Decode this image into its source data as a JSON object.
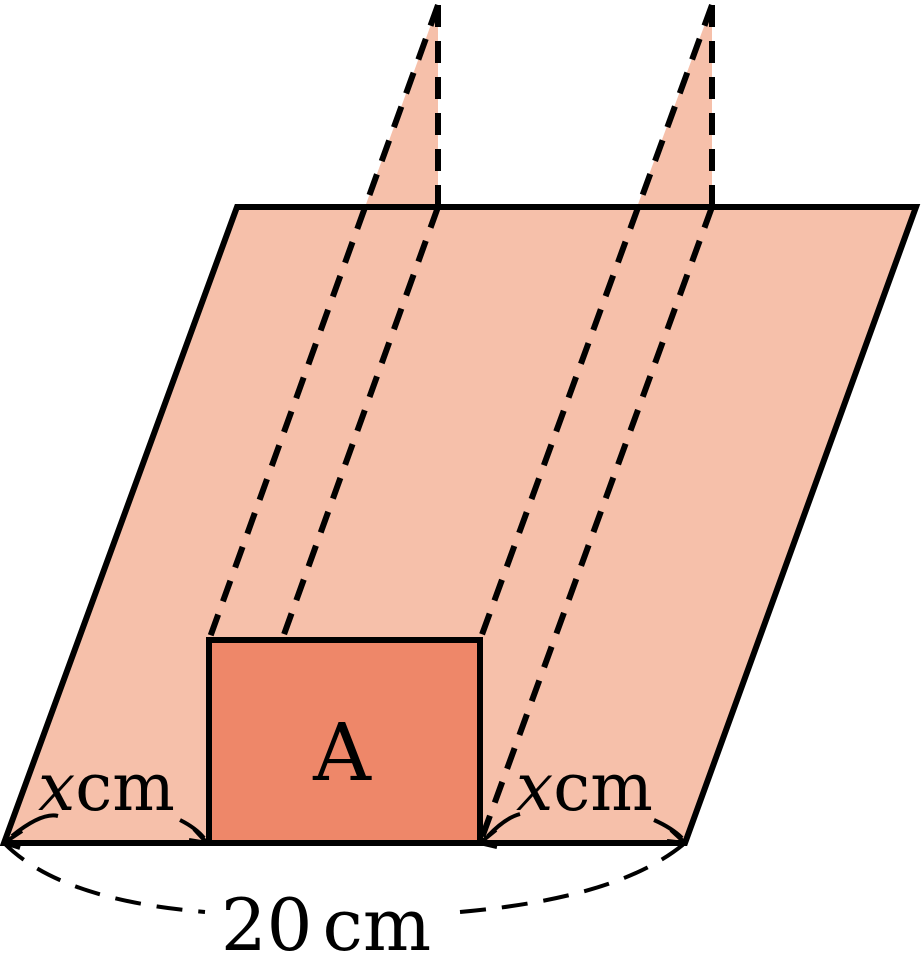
{
  "diagram": {
    "colors": {
      "sheet_fill": "#f6c0aa",
      "panel_fill": "#ee8769",
      "stroke": "#000000"
    },
    "labels": {
      "rectangle": "A",
      "left_var": "x",
      "left_unit": "cm",
      "right_var": "x",
      "right_unit": "cm",
      "total_value": "20",
      "total_unit": "cm"
    }
  }
}
